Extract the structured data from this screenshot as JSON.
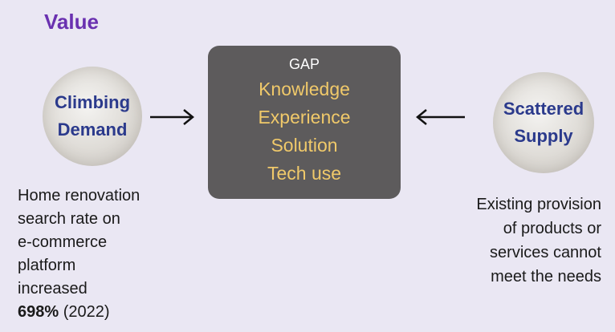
{
  "title": "Value",
  "left": {
    "circle_lines": [
      "Climbing",
      "Demand"
    ],
    "text_lines": [
      "Home renovation",
      "search rate on",
      "e-commerce",
      "platform",
      "increased"
    ],
    "stat_value": "698%",
    "stat_year": "(2022)"
  },
  "gap": {
    "label": "GAP",
    "items": [
      "Knowledge",
      "Experience",
      "Solution",
      "Tech use"
    ]
  },
  "right": {
    "circle_lines": [
      "Scattered",
      "Supply"
    ],
    "text_lines": [
      "Existing provision",
      "of products or",
      "services cannot",
      "meet the needs"
    ]
  }
}
